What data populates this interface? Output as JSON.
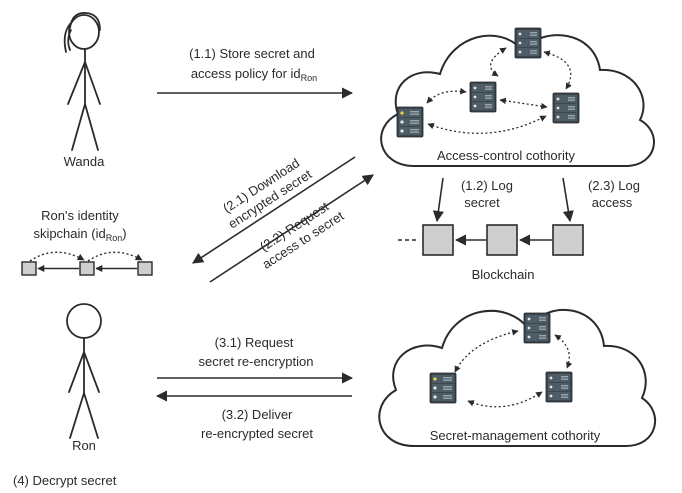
{
  "actors": {
    "wanda": "Wanda",
    "ron": "Ron"
  },
  "clouds": {
    "access_control": "Access-control cothority",
    "secret_management": "Secret-management cothority"
  },
  "blockchain": {
    "label": "Blockchain"
  },
  "skipchain": {
    "line1": "Ron's identity",
    "line2_prefix": "skipchain (id",
    "line2_sub": "Ron",
    "line2_suffix": ")"
  },
  "steps": {
    "s1_1_line1": "(1.1) Store secret and",
    "s1_1_line2_prefix": "access policy for id",
    "s1_1_line2_sub": "Ron",
    "s1_2_line1": "(1.2) Log",
    "s1_2_line2": "secret",
    "s2_3_line1": "(2.3) Log",
    "s2_3_line2": "access",
    "s2_1_line1": "(2.1) Download",
    "s2_1_line2": "encrypted secret",
    "s2_2_line1": "(2.2) Request",
    "s2_2_line2": "access to secret",
    "s3_1_line1": "(3.1) Request",
    "s3_1_line2": "secret re-encryption",
    "s3_2_line1": "(3.2) Deliver",
    "s3_2_line2": "re-encrypted secret",
    "s4": "(4) Decrypt secret"
  },
  "colors": {
    "stroke": "#2b2b2b",
    "block_fill": "#cfcfcf",
    "server_dark": "#3a4650",
    "server_light": "#9aa5ad",
    "led_yellow": "#e8d24a",
    "led_white": "#e6e6e6"
  }
}
